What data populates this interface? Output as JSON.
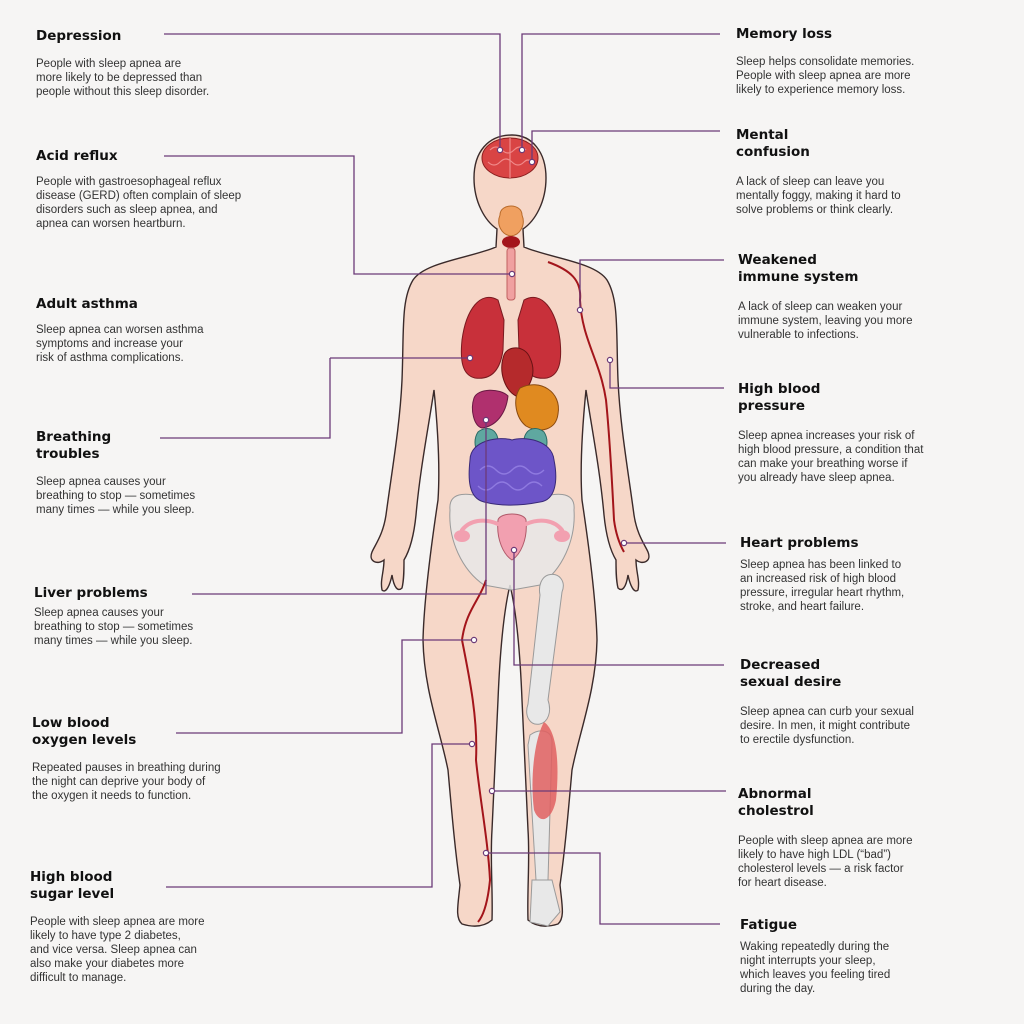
{
  "labels": [
    {
      "key": "depression",
      "title_lines": [
        "Depression"
      ],
      "desc_lines": [
        "People with sleep apnea are",
        "more likely to be depressed than",
        "people without this sleep disorder."
      ]
    },
    {
      "key": "acid_reflux",
      "title_lines": [
        "Acid reflux"
      ],
      "desc_lines": [
        "People with gastroesophageal reflux",
        "disease (GERD) often complain of sleep",
        "disorders such as sleep apnea, and",
        "apnea can worsen heartburn."
      ]
    },
    {
      "key": "adult_asthma",
      "title_lines": [
        "Adult asthma"
      ],
      "desc_lines": [
        "Sleep apnea can worsen asthma",
        "symptoms and increase your",
        "risk of asthma complications."
      ]
    },
    {
      "key": "breathing_troubles",
      "title_lines": [
        "Breathing",
        "troubles"
      ],
      "desc_lines": [
        "Sleep apnea causes your",
        "breathing to stop — sometimes",
        "many times — while you sleep."
      ]
    },
    {
      "key": "liver_problems",
      "title_lines": [
        "Liver problems"
      ],
      "desc_lines": [
        "Sleep apnea causes your",
        "breathing to stop — sometimes",
        "many times — while you sleep."
      ]
    },
    {
      "key": "low_blood_oxygen",
      "title_lines": [
        "Low blood",
        "oxygen levels"
      ],
      "desc_lines": [
        "Repeated pauses in breathing during",
        "the night can deprive your body of",
        "the oxygen it needs to function."
      ]
    },
    {
      "key": "high_blood_sugar",
      "title_lines": [
        "High blood",
        "sugar level"
      ],
      "desc_lines": [
        "People with sleep apnea are more",
        "likely to have type 2 diabetes,",
        "and vice versa. Sleep apnea can",
        "also make your diabetes more",
        "difficult to manage."
      ]
    },
    {
      "key": "memory_loss",
      "title_lines": [
        "Memory loss"
      ],
      "desc_lines": [
        "Sleep helps consolidate memories.",
        "People with sleep apnea are more",
        "likely to experience memory loss."
      ]
    },
    {
      "key": "mental_confusion",
      "title_lines": [
        "Mental",
        "confusion"
      ],
      "desc_lines": [
        "A lack of sleep can leave you",
        "mentally foggy, making it hard to",
        "solve problems or think clearly."
      ]
    },
    {
      "key": "weakened_immune",
      "title_lines": [
        "Weakened",
        "immune system"
      ],
      "desc_lines": [
        "A lack of sleep can weaken your",
        "immune system, leaving you more",
        "vulnerable to infections."
      ]
    },
    {
      "key": "high_blood_pressure",
      "title_lines": [
        "High blood",
        "pressure"
      ],
      "desc_lines": [
        "Sleep apnea increases your risk of",
        "high blood pressure, a condition that",
        "can make your breathing worse if",
        "you already have sleep apnea."
      ]
    },
    {
      "key": "heart_problems",
      "title_lines": [
        "Heart problems"
      ],
      "desc_lines": [
        "Sleep apnea has been linked to",
        "an increased risk of high blood",
        "pressure, irregular heart rhythm,",
        "stroke, and heart failure."
      ]
    },
    {
      "key": "decreased_sexual_desire",
      "title_lines": [
        "Decreased",
        "sexual desire"
      ],
      "desc_lines": [
        "Sleep apnea can curb your sexual",
        "desire. In men, it might contribute",
        "to erectile dysfunction."
      ]
    },
    {
      "key": "abnormal_cholesterol",
      "title_lines": [
        "Abnormal",
        "cholestrol"
      ],
      "desc_lines": [
        "People with sleep apnea are more",
        "likely to have high LDL (“bad”)",
        "cholesterol levels — a risk factor",
        "for heart disease."
      ]
    },
    {
      "key": "fatigue",
      "title_lines": [
        "Fatigue"
      ],
      "desc_lines": [
        "Waking repeatedly during the",
        "night interrupts your sleep,",
        "which leaves you feeling tired",
        "during the day."
      ]
    }
  ],
  "colors": {
    "background": "#f6f5f4",
    "skin": "#f6d7c8",
    "skin_outline": "#3a2a2a",
    "connector": "#6b3a78",
    "artery": "#a3151b",
    "lung": "#c8303a",
    "heart": "#b52a2c",
    "liver": "#b0306e",
    "stomach": "#e08a20",
    "intestine": "#6d55c8",
    "kidney": "#5fa8a0",
    "reproductive": "#f2a0b0",
    "bone": "#e8e8e8",
    "muscle": "#e06060",
    "brain": "#d94444"
  }
}
